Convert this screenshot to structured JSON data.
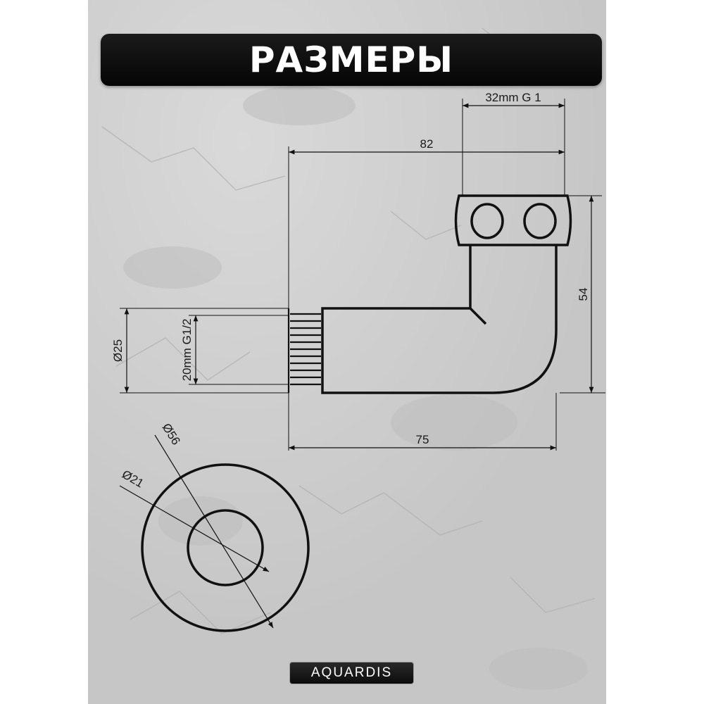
{
  "title": "РАЗМЕРЫ",
  "brand": "AQUARDIS",
  "dimensions": {
    "thread_large": "32mm G 1",
    "length_82": "82",
    "height_54": "54",
    "diameter_25": "Ø25",
    "thread_small": "20mm G1/2",
    "length_75": "75",
    "diameter_56": "Ø56",
    "diameter_21": "Ø21"
  },
  "colors": {
    "background": "#cfcfcf",
    "title_bar": "#0a0a0a",
    "line": "#111111"
  }
}
